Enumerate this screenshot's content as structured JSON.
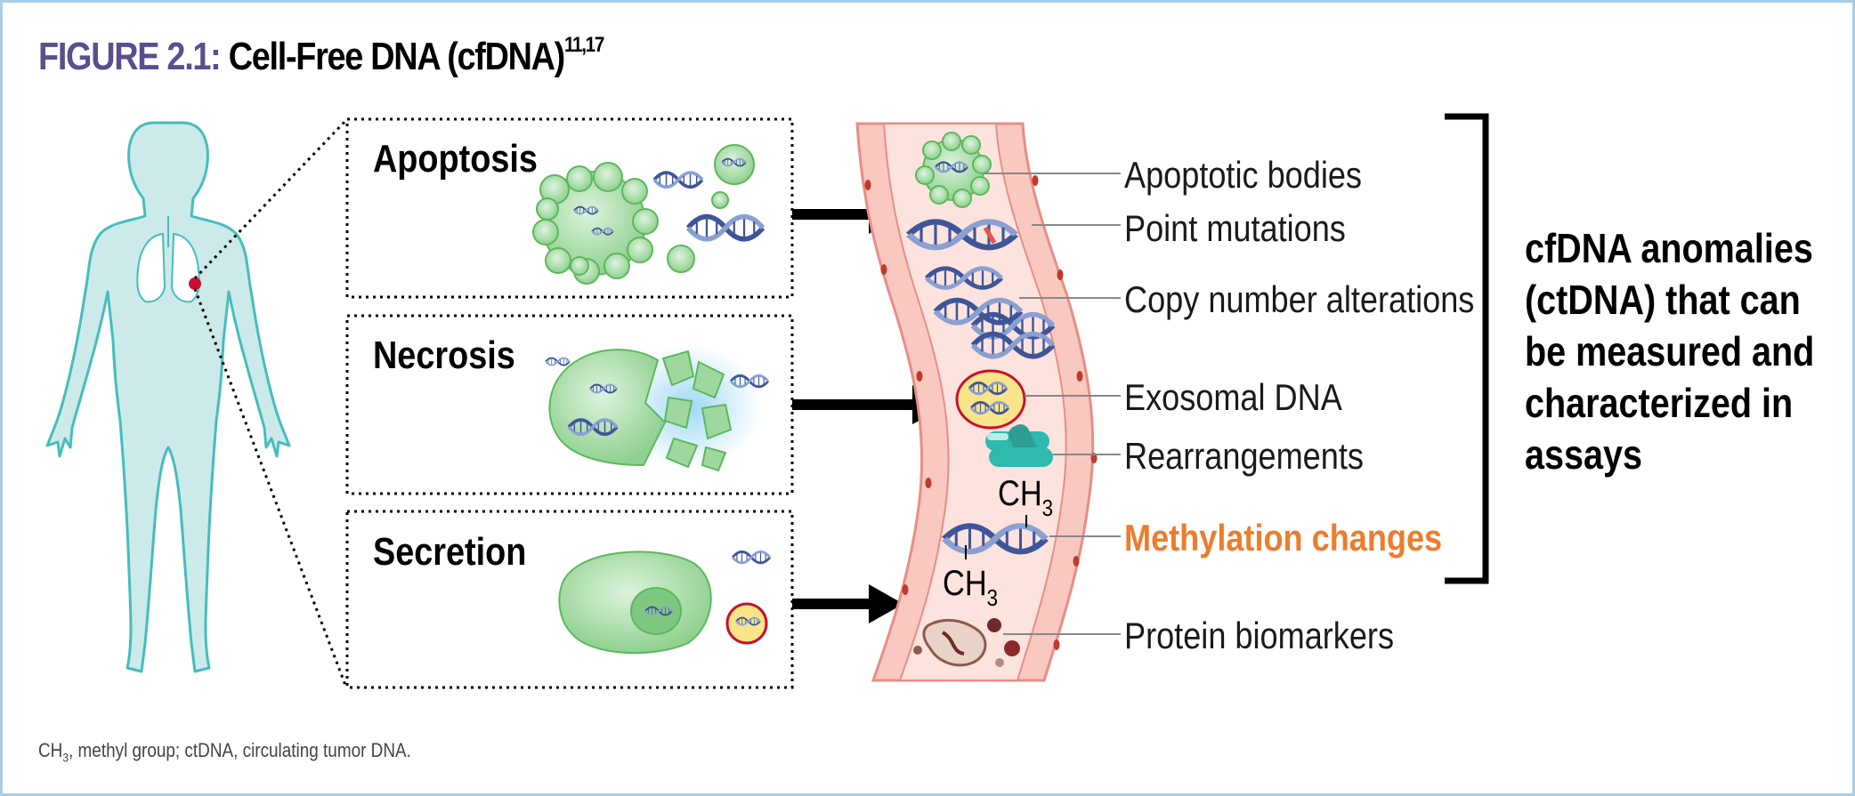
{
  "figure": {
    "number": "FIGURE 2.1:",
    "title": "Cell-Free DNA (cfDNA)",
    "title_refs": "11,17",
    "footnote_ch": "CH",
    "footnote_sub": "3",
    "footnote_rest": ", methyl group; ctDNA, circulating tumor DNA."
  },
  "sources": [
    {
      "label": "Apoptosis"
    },
    {
      "label": "Necrosis"
    },
    {
      "label": "Secretion"
    }
  ],
  "vessel_labels": [
    {
      "text": "Apoptotic bodies"
    },
    {
      "text": "Point mutations"
    },
    {
      "text": "Copy number alterations"
    },
    {
      "text": "Exosomal DNA"
    },
    {
      "text": "Rearrangements"
    },
    {
      "text": "Methylation changes",
      "highlight": true
    },
    {
      "text": "Protein biomarkers"
    }
  ],
  "methyl": {
    "symbol": "CH",
    "subscript": "3"
  },
  "summary": {
    "lines": [
      "cfDNA anomalies",
      "(ctDNA) that can",
      "be measured and",
      "characterized in",
      "assays"
    ]
  },
  "colors": {
    "title_accent": "#5a4e8d",
    "highlight": "#ec7d2c",
    "body_fill": "#cdeaea",
    "body_stroke": "#45bdbd",
    "vessel_fill": "#f9c9c1",
    "vessel_stroke": "#e98d85",
    "cell_fill": "#9fd89f",
    "dna_blue": "#3f5599",
    "tumor_red": "#c8102e"
  }
}
